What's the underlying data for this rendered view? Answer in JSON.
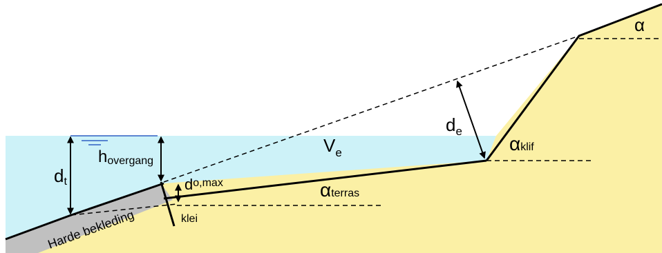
{
  "colors": {
    "water": "#cdf2f8",
    "soil": "#fbf0a5",
    "revetment": "#c0c0c0",
    "water_level": "#2e5fc2",
    "line": "#000000"
  },
  "labels": {
    "d_t": {
      "main": "d",
      "sub": "t"
    },
    "h_overgang": {
      "main": "h",
      "sub": "overgang"
    },
    "d_o_max": {
      "main": "d",
      "sub": "o,max"
    },
    "v_e": {
      "main": "V",
      "sub": "e"
    },
    "d_e": {
      "main": "d",
      "sub": "e"
    },
    "alpha_klif": {
      "main": "α",
      "sub": "klif"
    },
    "alpha_terras": {
      "main": "α",
      "sub": "terras"
    },
    "alpha": "α",
    "klei": "klei",
    "harde_bekleding": "Harde bekleding"
  }
}
